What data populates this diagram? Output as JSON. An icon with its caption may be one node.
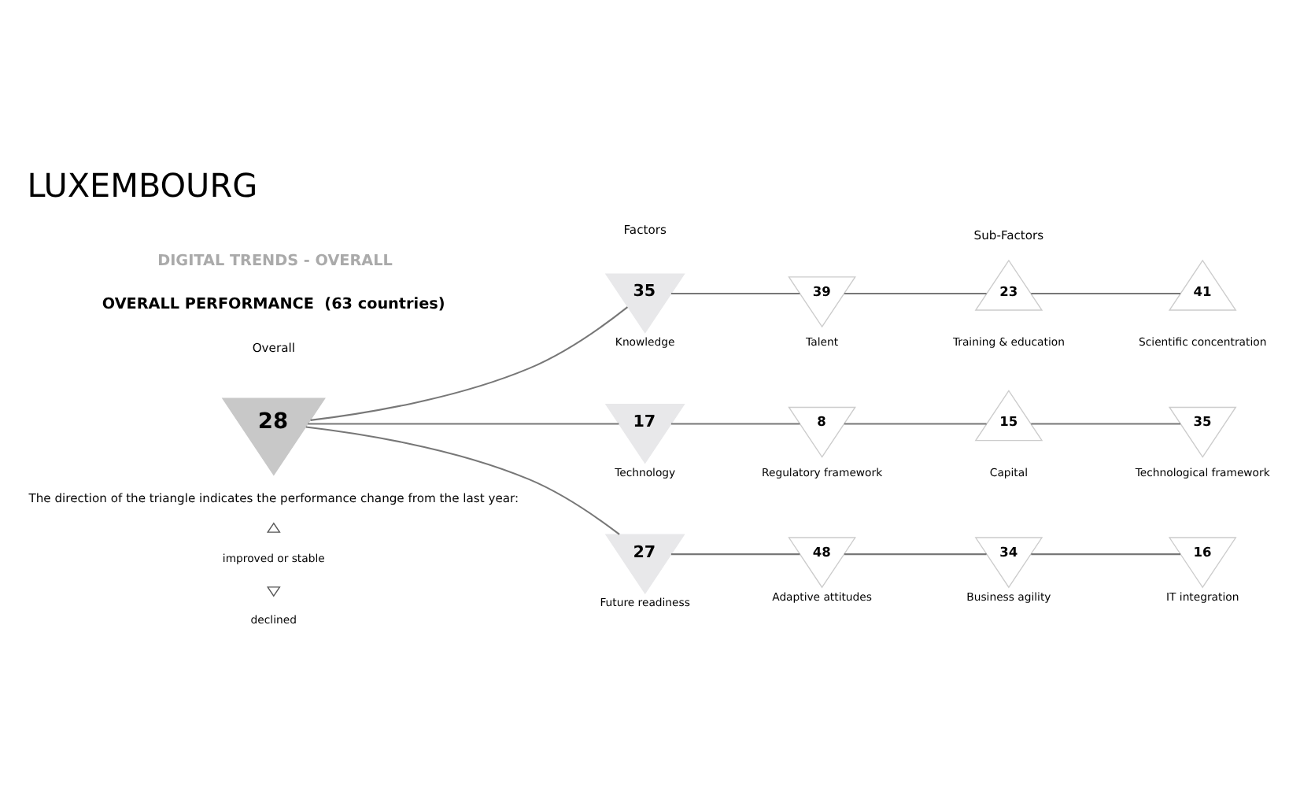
{
  "diagram": {
    "title": "LUXEMBOURG",
    "nodes": [
      {
        "text": [
          "28"
        ]
      },
      {
        "text": [
          "35"
        ],
        "beside": [
          "Knowledge"
        ]
      },
      {
        "text": [
          "17"
        ],
        "beside": [
          "Technology"
        ]
      },
      {
        "text": [
          "27"
        ],
        "beside": [
          "Future readiness"
        ]
      },
      {
        "text": [
          "39"
        ],
        "beside": [
          "Talent"
        ]
      },
      {
        "text": [
          "23"
        ],
        "beside": [
          "Training & education"
        ]
      },
      {
        "text": [
          "41"
        ],
        "beside": [
          "Scientific concentration"
        ]
      },
      {
        "text": [
          "8"
        ],
        "beside": [
          "Regulatory framework"
        ]
      },
      {
        "text": [
          "15"
        ],
        "beside": [
          "Capital"
        ]
      },
      {
        "text": [
          "35"
        ],
        "beside": [
          "Technological framework"
        ]
      },
      {
        "text": [
          "48"
        ],
        "beside": [
          "Adaptive attitudes"
        ]
      },
      {
        "text": [
          "34"
        ],
        "beside": [
          "Business agility"
        ]
      },
      {
        "text": [
          "16"
        ],
        "beside": [
          "IT integration"
        ]
      }
    ],
    "edges": [
      {
        "from": 0,
        "to": 1,
        "arrow": "none"
      },
      {
        "from": 0,
        "to": 2,
        "arrow": "none"
      },
      {
        "from": 0,
        "to": 3,
        "arrow": "none"
      },
      {
        "from": 1,
        "to": 4,
        "arrow": "none"
      },
      {
        "from": 4,
        "to": 5,
        "arrow": "none"
      },
      {
        "from": 5,
        "to": 6,
        "arrow": "none"
      },
      {
        "from": 2,
        "to": 7,
        "arrow": "none"
      },
      {
        "from": 7,
        "to": 8,
        "arrow": "none"
      },
      {
        "from": 8,
        "to": 9,
        "arrow": "none"
      },
      {
        "from": 3,
        "to": 10,
        "arrow": "none"
      },
      {
        "from": 10,
        "to": 11,
        "arrow": "none"
      },
      {
        "from": 11,
        "to": 12,
        "arrow": "none"
      }
    ],
    "labels": [
      "DIGITAL TRENDS - OVERALL",
      "OVERALL PERFORMANCE  (63 countries)",
      "Overall",
      "Factors",
      "Sub-Factors",
      "The direction of the triangle indicates the performance change from the last year:"
    ],
    "legend": [
      {
        "text": "improved or stable"
      },
      {
        "text": "declined"
      }
    ]
  }
}
